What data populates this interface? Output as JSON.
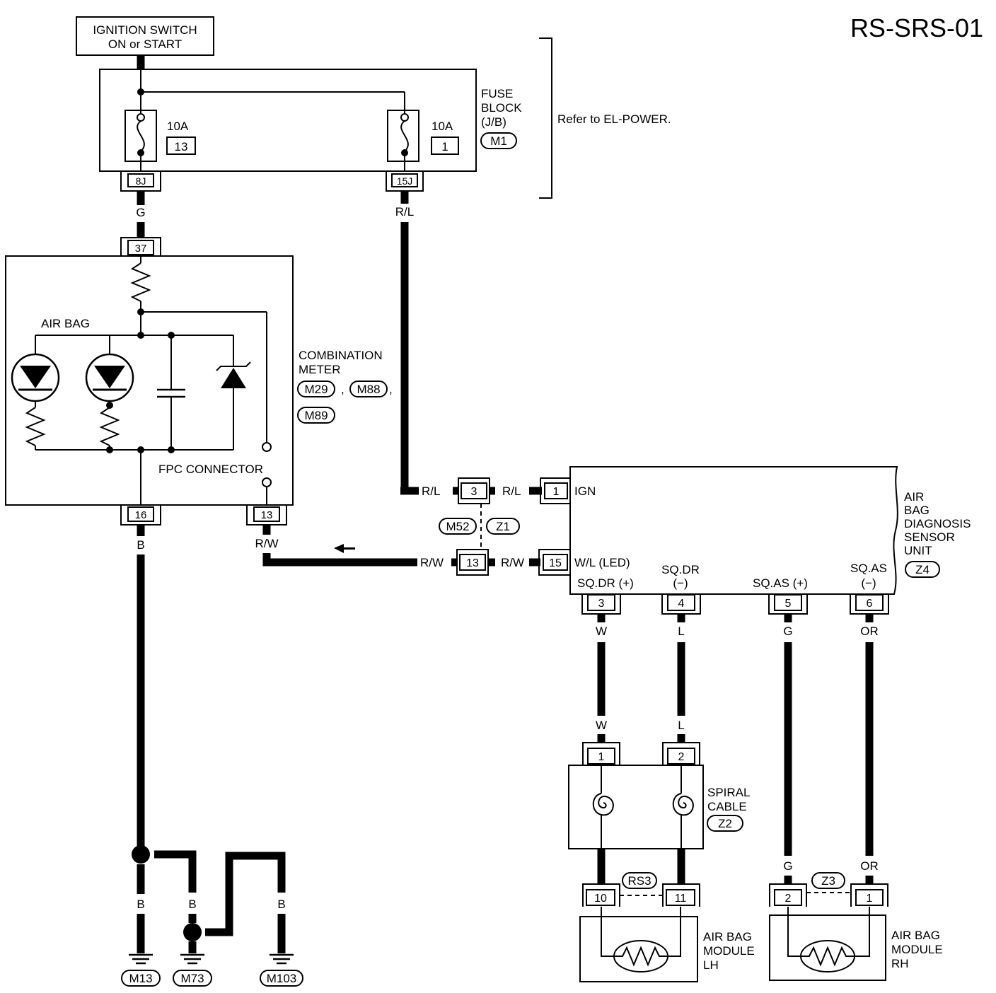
{
  "diagram_id": "RS-SRS-01",
  "ignition_switch": {
    "line1": "IGNITION SWITCH",
    "line2": "ON or START"
  },
  "fuse_block": {
    "label": [
      "FUSE",
      "BLOCK",
      "(J/B)"
    ],
    "connector": "M1",
    "fuse_left": {
      "rating": "10A",
      "number": "13",
      "terminal": "8J"
    },
    "fuse_right": {
      "rating": "10A",
      "number": "1",
      "terminal": "15J"
    }
  },
  "refer_note": "Refer to EL-POWER.",
  "combination_meter": {
    "label": [
      "COMBINATION",
      "METER"
    ],
    "connectors": [
      "M29",
      "M88",
      "M89"
    ],
    "air_bag_label": "AIR BAG",
    "fpc_label": "FPC CONNECTOR",
    "pin_top": "37",
    "pin_bottom_left": "16",
    "pin_bottom_right": "13"
  },
  "joint_connector": {
    "pin_upper": "3",
    "pin_lower": "13",
    "connectors": [
      "M52",
      "Z1"
    ]
  },
  "sensor_unit": {
    "label": [
      "AIR",
      "BAG",
      "DIAGNOSIS",
      "SENSOR",
      "UNIT"
    ],
    "connector": "Z4",
    "pins": {
      "ign": "1",
      "led": "15",
      "sq_dr_pos": "3",
      "sq_dr_neg": "4",
      "sq_as_pos": "5",
      "sq_as_neg": "6"
    },
    "terminal_ign": "IGN",
    "terminal_led": "W/L (LED)",
    "terminal_sq_dr_pos": "SQ.DR (+)",
    "terminal_sq_dr_neg": [
      "SQ.DR",
      "(−)"
    ],
    "terminal_sq_as_pos": "SQ.AS (+)",
    "terminal_sq_as_neg": [
      "SQ.AS",
      "(−)"
    ]
  },
  "spiral_cable": {
    "label": [
      "SPIRAL",
      "CABLE"
    ],
    "connector": "Z2",
    "pin_left": "1",
    "pin_right": "2"
  },
  "module_lh": {
    "label": [
      "AIR BAG",
      "MODULE",
      "LH"
    ],
    "connector": "RS3",
    "pin_left": "10",
    "pin_right": "11"
  },
  "module_rh": {
    "label": [
      "AIR BAG",
      "MODULE",
      "RH"
    ],
    "connector": "Z3",
    "pin_left": "2",
    "pin_right": "1"
  },
  "wire_colors": {
    "g": "G",
    "rl": "R/L",
    "b": "B",
    "rw": "R/W",
    "w": "W",
    "l": "L",
    "or": "OR"
  },
  "grounds": [
    "M13",
    "M73",
    "M103"
  ]
}
